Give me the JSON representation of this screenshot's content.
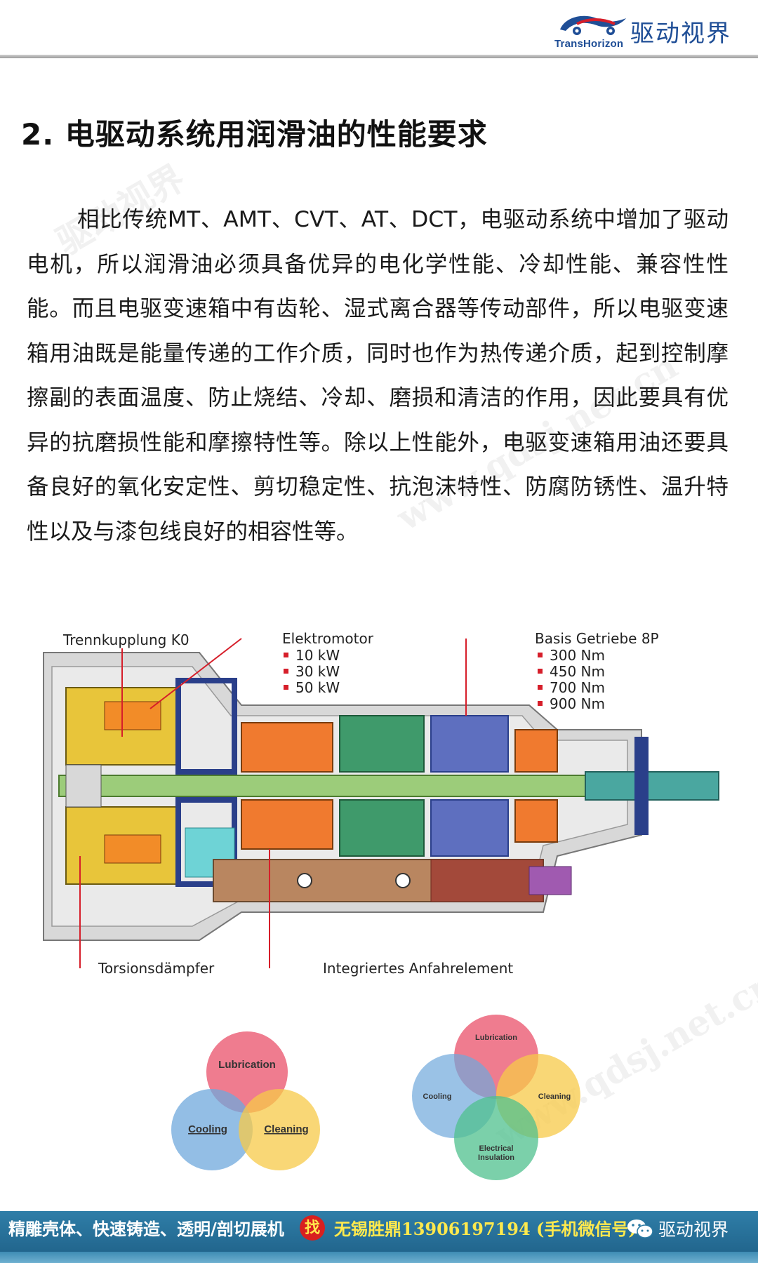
{
  "header": {
    "logo_en": "TransHorizon",
    "logo_cn": "驱动视界"
  },
  "title": "2. 电驱动系统用润滑油的性能要求",
  "paragraph": "相比传统MT、AMT、CVT、AT、DCT，电驱动系统中增加了驱动电机，所以润滑油必须具备优异的电化学性能、冷却性能、兼容性性能。而且电驱变速箱中有齿轮、湿式离合器等传动部件，所以电驱变速箱用油既是能量传递的工作介质，同时也作为热传递介质，起到控制摩擦副的表面温度、防止烧结、冷却、磨损和清洁的作用，因此要具有优异的抗磨损性能和摩擦特性等。除以上性能外，电驱变速箱用油还要具备良好的氧化安定性、剪切稳定性、抗泡沫特性、防腐防锈性、温升特性以及与漆包线良好的相容性等。",
  "diagram": {
    "trennkupplung": "Trennkupplung K0",
    "elektromotor": "Elektromotor",
    "elektromotor_items": [
      "10 kW",
      "30 kW",
      "50 kW"
    ],
    "basis": "Basis Getriebe 8P",
    "basis_items": [
      "300 Nm",
      "450 Nm",
      "700 Nm",
      "900 Nm"
    ],
    "torsion": "Torsionsdämpfer",
    "integriertes": "Integriertes Anfahrelement"
  },
  "venn_left": {
    "top": "Lubrication",
    "left": "Cooling",
    "right": "Cleaning"
  },
  "venn_right": {
    "top": "Lubrication",
    "left": "Cooling",
    "right": "Cleaning",
    "bottom_line1": "Electrical",
    "bottom_line2": "Insulation"
  },
  "watermark": [
    "驱动视界",
    "www.qdsj.net.cn"
  ],
  "footer": {
    "left": "精雕壳体、快速铸造、透明/剖切展机",
    "find": "找",
    "right": "无锡胜鼎13906197194 (手机微信号)",
    "brand": "驱动视界"
  },
  "colors": {
    "brand_blue": "#1f4e96",
    "footer_bg": "#2a7aa3",
    "footer_highlight": "#ffe94d",
    "venn_lubrication": "#e9506a",
    "venn_cooling": "#6fa8dc",
    "venn_cleaning": "#f7c948",
    "venn_insulation": "#4fc08d"
  }
}
